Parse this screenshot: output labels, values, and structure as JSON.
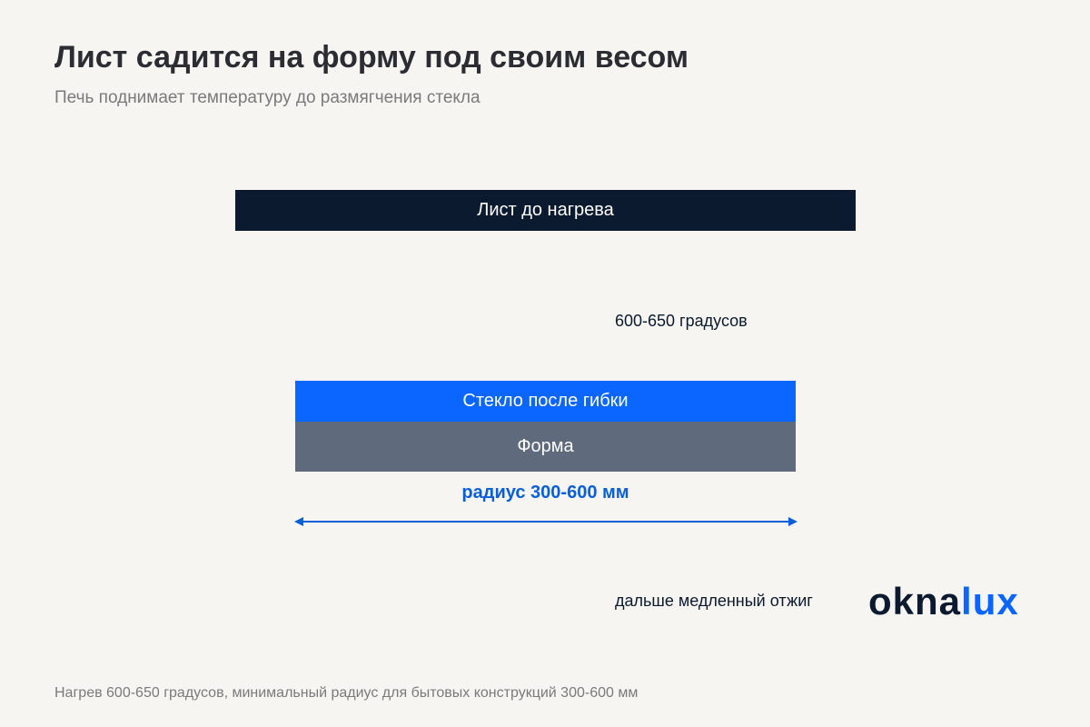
{
  "header": {
    "title": "Лист садится на форму под своим весом",
    "subtitle": "Печь поднимает температуру до размягчения стекла"
  },
  "diagram": {
    "sheet_before": {
      "label": "Лист до нагрева",
      "color": "#0b1a2e"
    },
    "temperature_label": "600-650 градусов",
    "glass_after": {
      "label": "Стекло после гибки",
      "color": "#0a66ff"
    },
    "form": {
      "label": "Форма",
      "color": "#5f6b7d"
    },
    "radius": {
      "label": "радиус 300-600 мм",
      "color": "#0a5fd8"
    },
    "annealing_label": "дальше медленный отжиг"
  },
  "logo": {
    "part1": "okna",
    "part2": "lux",
    "color1": "#0b1a2e",
    "color2": "#0a66ff"
  },
  "footer": {
    "note": "Нагрев 600-650 градусов, минимальный радиус для бытовых конструкций 300-600 мм"
  }
}
